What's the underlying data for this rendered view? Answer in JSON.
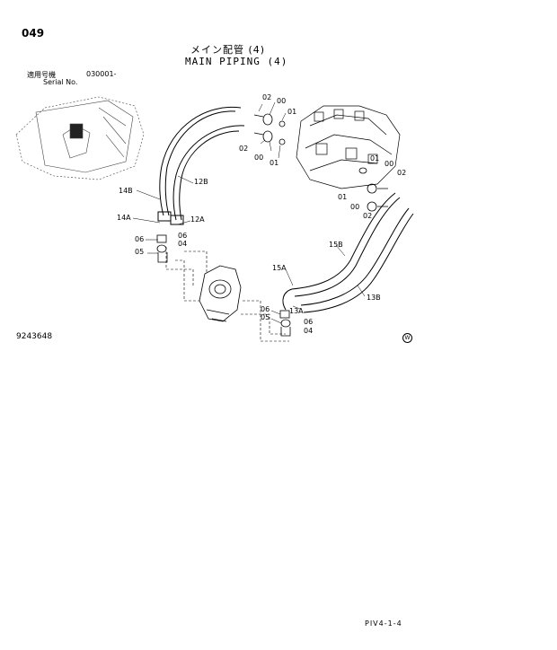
{
  "page": {
    "number": "049",
    "title_jp": "メイン配管 (4)",
    "title_en": "MAIN PIPING (4)",
    "serial_label_jp": "適用号機",
    "serial_label_en": "Serial No.",
    "serial_value": "030001-",
    "drawing_id": "9243648",
    "footer_code": "PIV4-1-4",
    "mark_symbol": "W"
  },
  "callouts": [
    {
      "id": "02-a",
      "text": "02"
    },
    {
      "id": "00-a",
      "text": "00"
    },
    {
      "id": "01-a",
      "text": "01"
    },
    {
      "id": "02-b",
      "text": "02"
    },
    {
      "id": "00-b",
      "text": "00"
    },
    {
      "id": "01-b",
      "text": "01"
    },
    {
      "id": "12B",
      "text": "12B"
    },
    {
      "id": "14B",
      "text": "14B"
    },
    {
      "id": "14A",
      "text": "14A"
    },
    {
      "id": "12A",
      "text": "12A"
    },
    {
      "id": "06-a",
      "text": "06"
    },
    {
      "id": "06-b",
      "text": "06"
    },
    {
      "id": "04-a",
      "text": "04"
    },
    {
      "id": "05-a",
      "text": "05"
    },
    {
      "id": "01-c",
      "text": "01"
    },
    {
      "id": "00-c",
      "text": "00"
    },
    {
      "id": "02-c",
      "text": "02"
    },
    {
      "id": "01-d",
      "text": "01"
    },
    {
      "id": "00-d",
      "text": "00"
    },
    {
      "id": "02-d",
      "text": "02"
    },
    {
      "id": "15B",
      "text": "15B"
    },
    {
      "id": "15A",
      "text": "15A"
    },
    {
      "id": "13B",
      "text": "13B"
    },
    {
      "id": "13A",
      "text": "13A"
    },
    {
      "id": "06-c",
      "text": "06"
    },
    {
      "id": "05-b",
      "text": "05"
    },
    {
      "id": "06-d",
      "text": "06"
    },
    {
      "id": "04-b",
      "text": "04"
    }
  ]
}
